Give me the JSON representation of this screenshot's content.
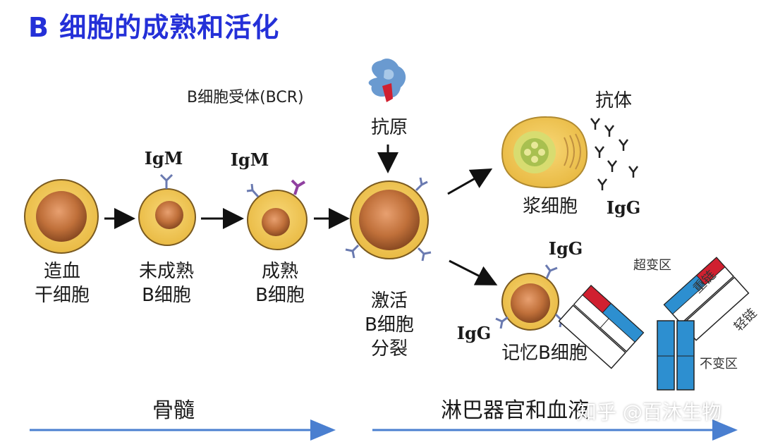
{
  "title": "B 细胞的成熟和活化",
  "receptor_label": "B细胞受体(BCR)",
  "antigen_label": "抗原",
  "antibody_label": "抗体",
  "stages": {
    "stem_line1": "造血",
    "stem_line2": "干细胞",
    "immature_marker": "IgM",
    "immature_line1": "未成熟",
    "immature_line2": "B细胞",
    "mature_marker": "IgM",
    "mature_line1": "成熟",
    "mature_line2": "B细胞",
    "activated_line1": "激活",
    "activated_line2": "B细胞",
    "activated_line3": "分裂",
    "plasma_label": "浆细胞",
    "plasma_marker": "IgG",
    "memory_marker_top": "IgG",
    "memory_marker_left": "IgG",
    "memory_label": "记忆B细胞"
  },
  "antibody_structure": {
    "variable_region": "超变区",
    "heavy_chain": "重链",
    "light_chain": "轻链",
    "constant_region": "不变区"
  },
  "locations": {
    "bone_marrow": "骨髓",
    "lymph_blood": "淋巴器官和血液"
  },
  "watermark": "知乎 @百沐生物",
  "colors": {
    "title": "#2430d8",
    "cell_outer": "#f0c050",
    "cell_nucleus": "#c0703a",
    "arrow_line": "#4a7fd0",
    "antibody_blue": "#2d8fd0",
    "antibody_red": "#d02030"
  }
}
